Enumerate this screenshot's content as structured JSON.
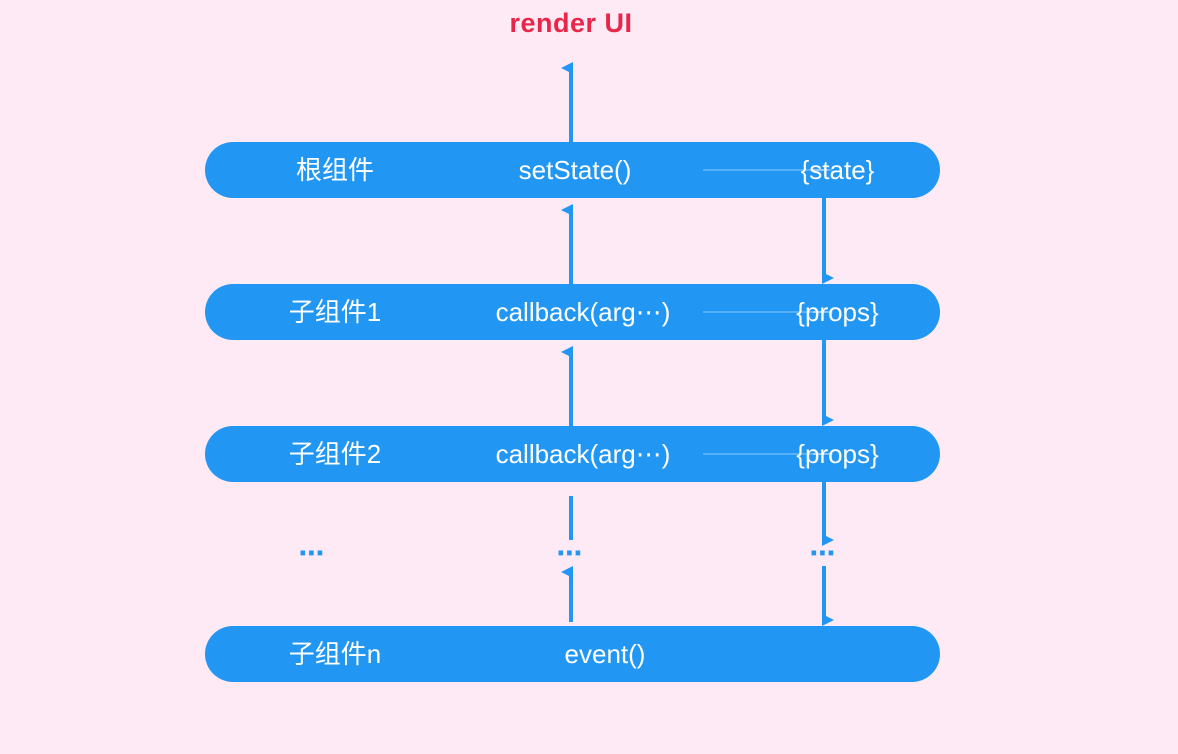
{
  "title": "render UI",
  "colors": {
    "background": "#fdeaf4",
    "box": "#2196f3",
    "box_text": "#ffffff",
    "title_text": "#e8264a",
    "arrow": "#2196f3"
  },
  "rows": [
    {
      "name": "根组件",
      "call": "setState()",
      "target": "{state}"
    },
    {
      "name": "子组件1",
      "call": "callback(arg⋯)",
      "target": "{props}"
    },
    {
      "name": "子组件2",
      "call": "callback(arg⋯)",
      "target": "{props}"
    },
    {
      "name": "子组件n",
      "call": "event()"
    }
  ],
  "ellipses": {
    "left": "⋯",
    "middle": "⋯",
    "right": "⋯"
  }
}
